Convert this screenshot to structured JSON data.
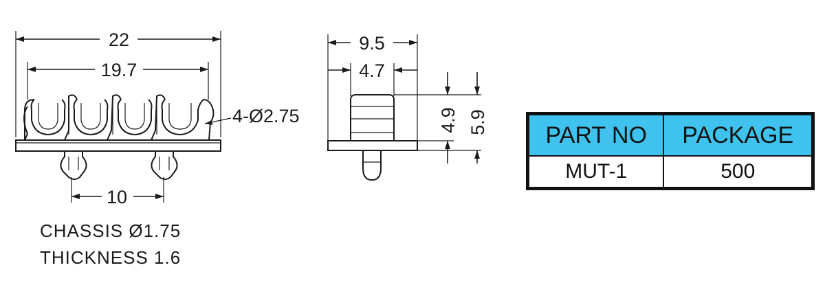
{
  "front_view": {
    "overall_width": "22",
    "inner_width": "19.7",
    "hole_callout": "4-Ø2.75",
    "pin_spacing": "10"
  },
  "side_view": {
    "overall_width": "9.5",
    "top_width": "4.7",
    "body_height": "4.9",
    "overall_height": "5.9"
  },
  "notes": {
    "chassis": "CHASSIS Ø1.75",
    "thickness": "THICKNESS 1.6"
  },
  "spec_table": {
    "headers": [
      "PART NO",
      "PACKAGE"
    ],
    "rows": [
      [
        "MUT-1",
        "500"
      ]
    ],
    "header_color": "#3fc3ee"
  }
}
